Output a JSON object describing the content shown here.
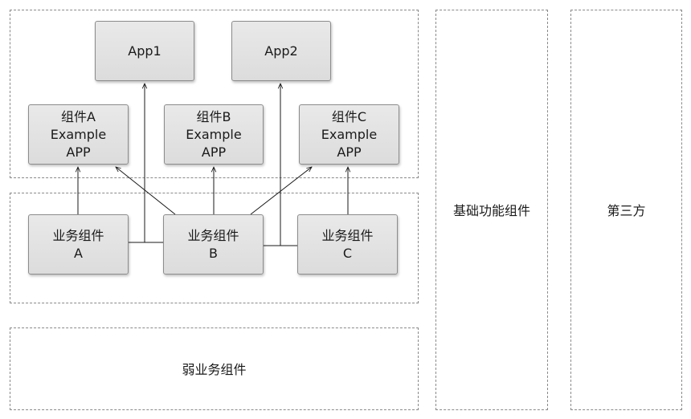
{
  "regions": {
    "app_layer": {},
    "business_layer": {},
    "weak_business": {
      "label": "弱业务组件"
    },
    "foundation": {
      "label": "基础功能组件"
    },
    "third_party": {
      "label": "第三方"
    }
  },
  "apps": [
    {
      "label": "App1"
    },
    {
      "label": "App2"
    }
  ],
  "example_apps": [
    {
      "lines": [
        "组件A",
        "Example",
        "APP"
      ]
    },
    {
      "lines": [
        "组件B",
        "Example",
        "APP"
      ]
    },
    {
      "lines": [
        "组件C",
        "Example",
        "APP"
      ]
    }
  ],
  "business_components": [
    {
      "lines": [
        "业务组件",
        "A"
      ]
    },
    {
      "lines": [
        "业务组件",
        "B"
      ]
    },
    {
      "lines": [
        "业务组件",
        "C"
      ]
    }
  ],
  "colors": {
    "node_fill": "#e2e2e2",
    "node_border": "#8c8c8c",
    "line": "#1a1a1a",
    "dashed_border": "#8a8a8a"
  }
}
